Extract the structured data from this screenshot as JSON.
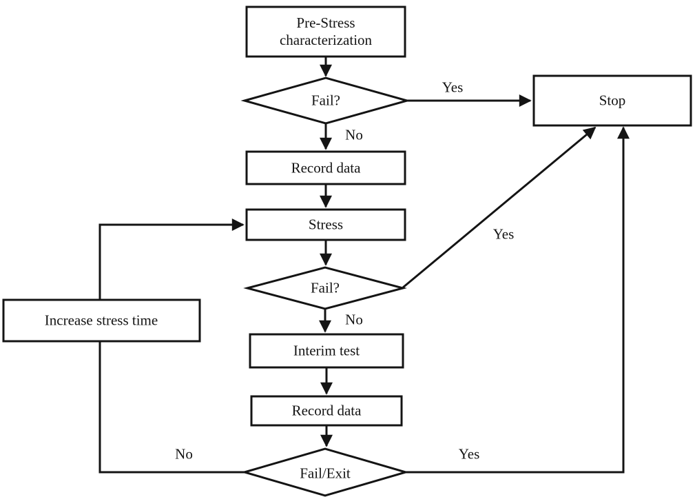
{
  "diagram": {
    "type": "flowchart",
    "colors": {
      "line": "#141414",
      "fill": "#ffffff",
      "text": "#141414"
    },
    "nodes": {
      "pre_stress": "Pre-Stress characterization",
      "fail1": "Fail?",
      "stop": "Stop",
      "record1": "Record data",
      "stress": "Stress",
      "fail2": "Fail?",
      "interim": "Interim test",
      "record2": "Record data",
      "fail_exit": "Fail/Exit",
      "increase": "Increase stress time"
    },
    "edge_labels": {
      "fail1_yes": "Yes",
      "fail1_no": "No",
      "fail2_yes": "Yes",
      "fail2_no": "No",
      "fail_exit_yes": "Yes",
      "fail_exit_no": "No"
    }
  }
}
